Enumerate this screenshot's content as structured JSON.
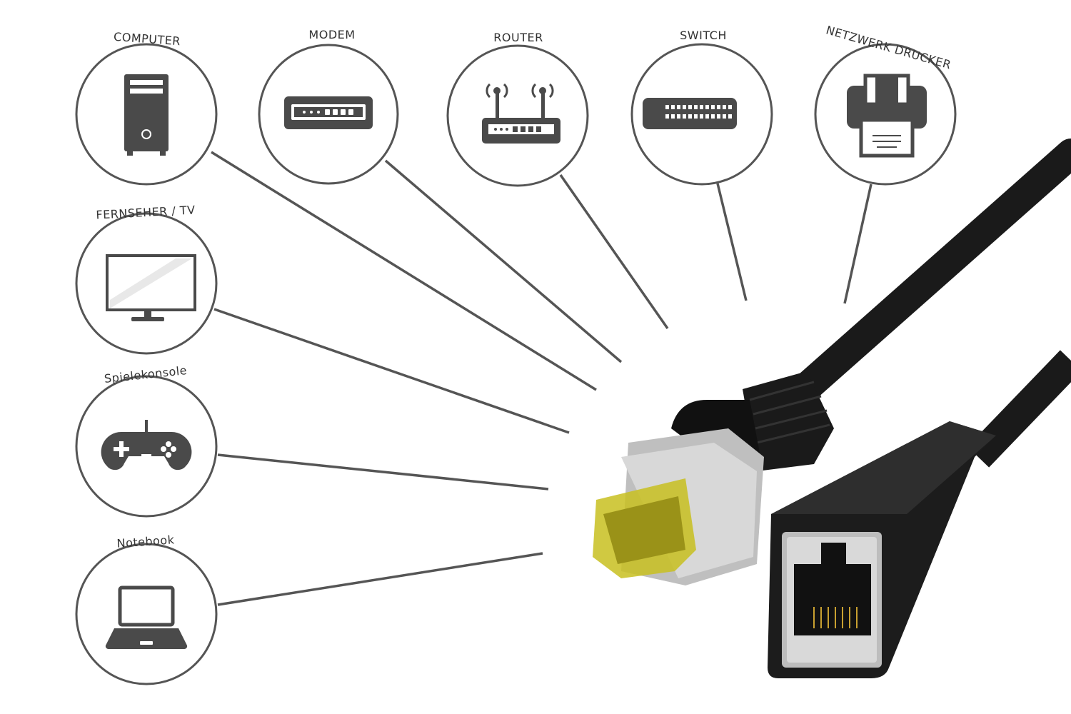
{
  "devices": [
    {
      "id": "computer",
      "label": "COMPUTER",
      "icon": "desktop-tower-icon"
    },
    {
      "id": "modem",
      "label": "MODEM",
      "icon": "modem-icon"
    },
    {
      "id": "router",
      "label": "ROUTER",
      "icon": "router-icon"
    },
    {
      "id": "switch",
      "label": "SWITCH",
      "icon": "network-switch-icon"
    },
    {
      "id": "printer",
      "label": "NETZWERK DRUCKER",
      "icon": "printer-icon"
    },
    {
      "id": "tv",
      "label": "FERNSEHER / TV",
      "icon": "monitor-icon"
    },
    {
      "id": "console",
      "label": "Spielekonsole",
      "icon": "gamepad-icon"
    },
    {
      "id": "notebook",
      "label": "Notebook",
      "icon": "laptop-icon"
    }
  ],
  "colors": {
    "outline": "#555555",
    "icon": "#4a4a4a",
    "cable": "#1a1a1a",
    "connector_gold": "#c8c020"
  }
}
